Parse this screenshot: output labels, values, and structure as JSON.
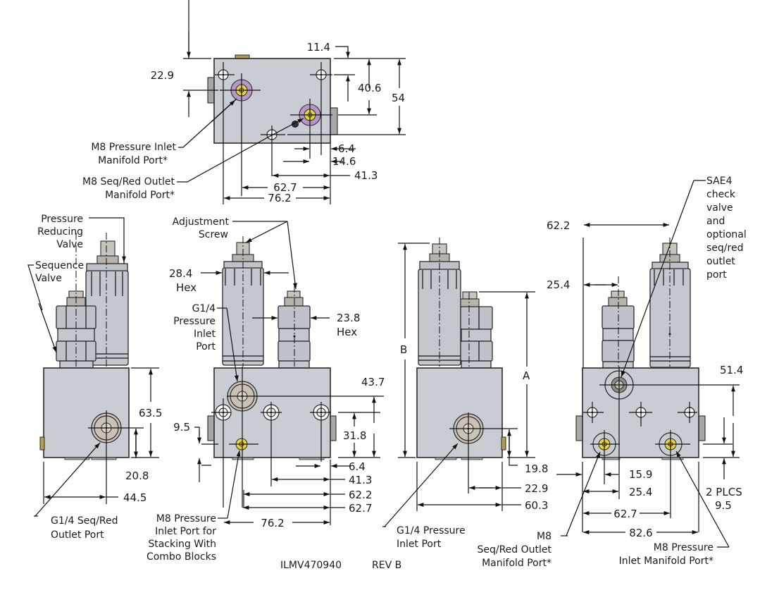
{
  "drawing": {
    "part_number": "ILMV470940",
    "revision": "REV B",
    "colors": {
      "body": "#c9cdd3",
      "manifold_port_ring": "#b597c8",
      "manifold_port_insert": "#e8d23a",
      "line": "#111111"
    }
  },
  "top_view": {
    "dims": {
      "d22_9": "22.9",
      "d11_4": "11.4",
      "d40_6": "40.6",
      "d54": "54",
      "d6_4": "6.4",
      "d14_6": "14.6",
      "d41_3": "41.3",
      "d62_7": "62.7",
      "d76_2": "76.2"
    },
    "callouts": {
      "inlet_manifold_l1": "M8 Pressure Inlet",
      "inlet_manifold_l2": "Manifold Port*",
      "outlet_manifold_l1": "M8 Seq/Red Outlet",
      "outlet_manifold_l2": "Manifold Port*"
    }
  },
  "left_view": {
    "dims": {
      "d63_5": "63.5",
      "d20_8": "20.8",
      "d44_5": "44.5"
    },
    "callouts": {
      "prv_l1": "Pressure",
      "prv_l2": "Reducing",
      "prv_l3": "Valve",
      "seq_l1": "Sequence",
      "seq_l2": "Valve",
      "outlet_l1": "G1/4 Seq/Red",
      "outlet_l2": "Outlet Port"
    }
  },
  "front_view": {
    "dims": {
      "d28_4": "28.4",
      "hex1": "Hex",
      "d23_8": "23.8",
      "hex2": "Hex",
      "d43_7": "43.7",
      "d31_8": "31.8",
      "d9_5": "9.5",
      "d6_4": "6.4",
      "d41_3": "41.3",
      "d62_2": "62.2",
      "d62_7": "62.7",
      "d76_2": "76.2"
    },
    "callouts": {
      "adj_l1": "Adjustment",
      "adj_l2": "Screw",
      "inlet_l1": "G1/4",
      "inlet_l2": "Pressure",
      "inlet_l3": "Inlet",
      "inlet_l4": "Port",
      "stack_l1": "M8 Pressure",
      "stack_l2": "Inlet Port for",
      "stack_l3": "Stacking With",
      "stack_l4": "Combo Blocks"
    }
  },
  "right_view": {
    "dims": {
      "B": "B",
      "A": "A",
      "d19_8": "19.8",
      "d22_9": "22.9",
      "d60_3": "60.3"
    },
    "callouts": {
      "inlet_l1": "G1/4 Pressure",
      "inlet_l2": "Inlet Port"
    }
  },
  "rear_view": {
    "dims": {
      "d62_2": "62.2",
      "d25_4": "25.4",
      "d51_4": "51.4",
      "plcs": "2 PLCS",
      "d9_5": "9.5",
      "d15_9": "15.9",
      "d25_4b": "25.4",
      "d62_7": "62.7",
      "d82_6": "82.6"
    },
    "callouts": {
      "sae_l1": "SAE4",
      "sae_l2": "check",
      "sae_l3": "valve",
      "sae_l4": "and",
      "sae_l5": "optional",
      "sae_l6": "seq/red",
      "sae_l7": "outlet",
      "sae_l8": "port",
      "outlet_l1": "M8",
      "outlet_l2": "Seq/Red Outlet",
      "outlet_l3": "Manifold Port*",
      "inlet_l1": "M8 Pressure",
      "inlet_l2": "Inlet Manifold Port*"
    }
  }
}
